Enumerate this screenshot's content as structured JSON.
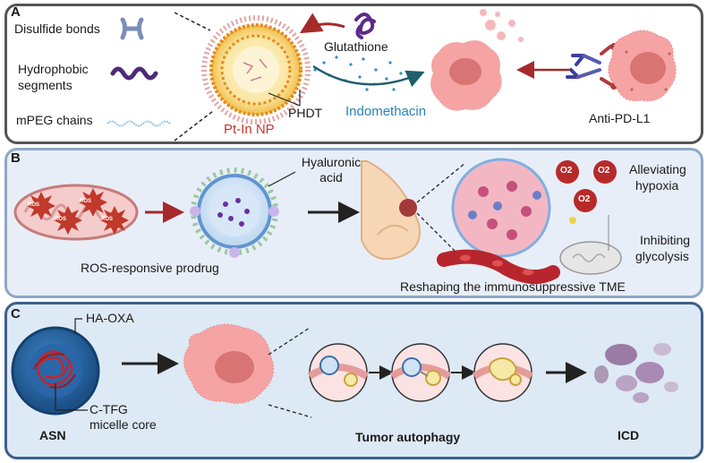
{
  "panel_a": {
    "letter": "A",
    "legend": [
      "Disulfide bonds",
      "Hydrophobic segments",
      "mPEG chains"
    ],
    "glutathione": "Glutathione",
    "phdt": "PHDT",
    "nanoparticle": "Pt-In NP",
    "indomethacin": "Indomethacin",
    "antibody": "Anti-PD-L1"
  },
  "panel_b": {
    "letter": "B",
    "ros_label": "ROS",
    "prodrug": "ROS-responsive prodrug",
    "hyaluronic": [
      "Hyaluronic",
      "acid"
    ],
    "o2_label": "O2",
    "hypoxia": [
      "Alleviating",
      "hypoxia"
    ],
    "glycolysis": [
      "Inhibiting",
      "glycolysis"
    ],
    "reshaping": "Reshaping the immunosuppressive TME"
  },
  "panel_c": {
    "letter": "C",
    "shell": "HA-OXA",
    "core": [
      "C-TFG",
      "micelle core"
    ],
    "asn": "ASN",
    "autophagy": "Tumor autophagy",
    "icd": "ICD"
  },
  "colors": {
    "panel_a_border": "#555555",
    "panel_b_border": "#8fa7c8",
    "panel_c_border": "#3d5f8a",
    "nanoparticle_label": "#c0392b",
    "indomethacin_label": "#2980b9",
    "tumor_cell": "#f2a0a0"
  }
}
